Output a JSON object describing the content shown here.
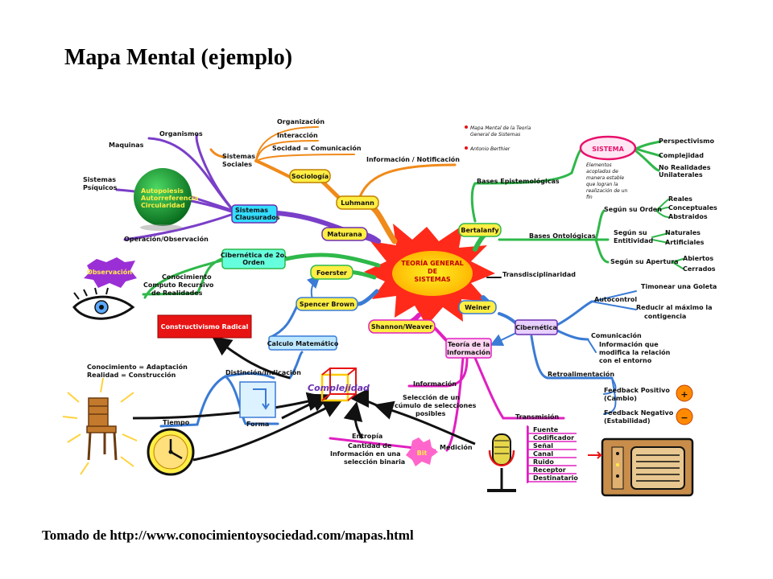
{
  "title": "Mapa Mental (ejemplo)",
  "footer": "Tomado de http://www.conocimientoysociedad.com/mapas.html",
  "map": {
    "center": [
      "TEORÍA GENERAL",
      "DE",
      "SISTEMAS"
    ],
    "note1": [
      "Mapa Mental de la Teoría",
      "General de Sistemas"
    ],
    "note2": "Antonio Berthier",
    "left": {
      "organizacion": "Organización",
      "interaccion": "Interacción",
      "sociedad": "Socidad = Comunicación",
      "informacion_notif": "Información / Notificación",
      "organismos": "Organismos",
      "maquinas": "Maquinas",
      "sistemas_sociales": [
        "Sistemas",
        "Sociales"
      ],
      "sistemas_psiquicos": [
        "Sistemas",
        "Psíquicos"
      ],
      "sociologia": "Sociología",
      "luhmann": "Luhmann",
      "autopoiesis": [
        "Autopoiesis",
        "Autorreferencia",
        "Circularidad"
      ],
      "sistemas_clausurados": [
        "Sistemas",
        "Clausurados"
      ],
      "maturana": "Maturana",
      "operacion": "Operación/Observación",
      "cibernetica2": [
        "Cibernética de 2o.",
        "Orden"
      ],
      "observacion": "Observación",
      "conocimiento": [
        "Conocimiento",
        "Computo Recursivo",
        "de Realidades"
      ],
      "foerster": "Foerster",
      "spencer": "Spencer Brown",
      "constructivismo": "Constructivismo Radical",
      "calculo": "Calculo Matemático",
      "conocimiento_adapt": [
        "Conocimiento = Adaptación",
        "Realidad = Construcción"
      ],
      "distincion": "Distinción/Indicación",
      "forma": "Forma",
      "tiempo": "Tiempo",
      "complejidad": "Complejidad"
    },
    "right": {
      "bases_epist": "Bases Epistemológicas",
      "sistema": "SISTEMA",
      "elementos": [
        "Elementos",
        "acoplados de",
        "manera estable",
        "que logran la",
        "realización de un",
        "fin"
      ],
      "perspectivismo": "Perspectivismo",
      "complejidad": "Complejidad",
      "no_realidades": [
        "No Realidades",
        "Unilaterales"
      ],
      "bertalanfy": "Bertalanfy",
      "bases_ont": "Bases Ontológicas",
      "segun_orden": "Según su Orden",
      "reales": "Reales",
      "conceptuales": "Conceptuales",
      "abstraidos": "Abstraidos",
      "segun_entitividad": [
        "Según su",
        "Entitividad"
      ],
      "naturales": "Naturales",
      "artificiales": "Artificiales",
      "segun_apertura": "Según su Apertura",
      "abiertos": "Abiertos",
      "cerrados": "Cerrados",
      "transdisciplinariedad": "Transdisciplinaridad",
      "weiner": "Weiner",
      "cibernetica": "Cibernética",
      "autocontrol": "Autocontrol",
      "timonear": "Timonear una Goleta",
      "reducir": [
        "Reducir al máximo la",
        "contigencia"
      ],
      "comunicacion": "Comunicación",
      "informacion_modifica": [
        "Información que",
        "modifica la relación",
        "con el entorno"
      ],
      "retroalimentacion": "Retroalimentación",
      "feedback_pos": [
        "Feedback Positivo",
        "(Cambio)"
      ],
      "feedback_neg": [
        "Feedback Negativo",
        "(Estabilidad)"
      ],
      "plus": "+",
      "minus": "−",
      "shannon": "Shannon/Weaver",
      "teoria_info": [
        "Teoría de la",
        "Información"
      ],
      "informacion": "Información",
      "seleccion": [
        "Selección de un",
        "cúmulo de selecciones",
        "posibles"
      ],
      "transmision": "Transmisión",
      "fuente": "Fuente",
      "codificador": "Codificador",
      "senal": "Señal",
      "canal": "Canal",
      "ruido": "Ruido",
      "receptor": "Receptor",
      "destinatario": "Destinatario",
      "entropia": "Entropía",
      "cantidad": [
        "Cantidad de",
        "Información en una",
        "selección binaria"
      ],
      "medicion": "Medición",
      "bit": "Bit"
    }
  }
}
